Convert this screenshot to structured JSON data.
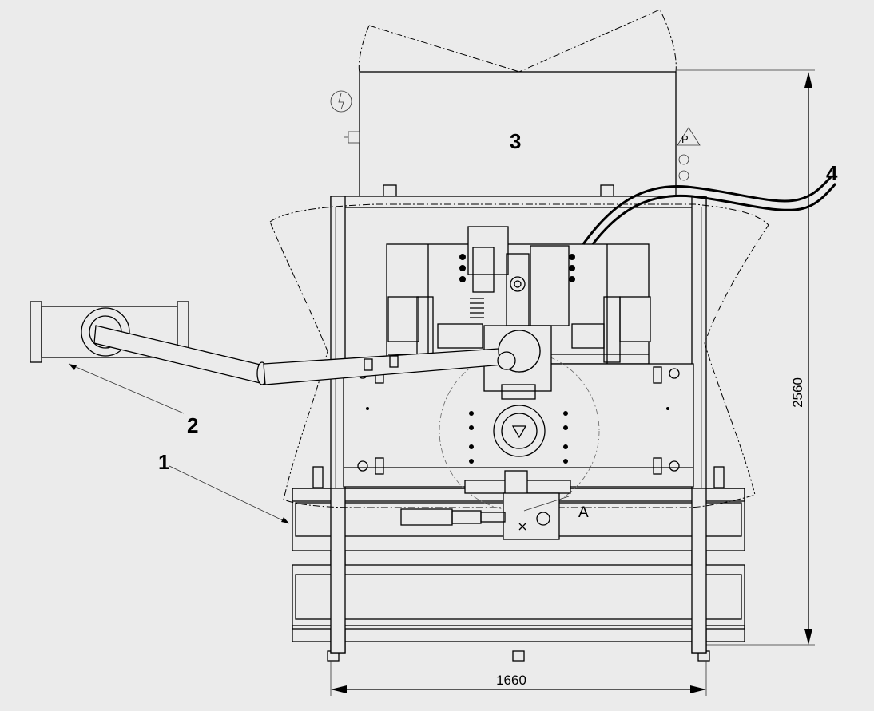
{
  "labels": {
    "callout_1": "1",
    "callout_2": "2",
    "callout_3": "3",
    "callout_4": "4",
    "detail_a": "A",
    "height_dimension": "2560",
    "width_dimension": "1660",
    "safety_symbol": "P"
  },
  "colors": {
    "background": "#ebebeb",
    "line": "#000000"
  }
}
